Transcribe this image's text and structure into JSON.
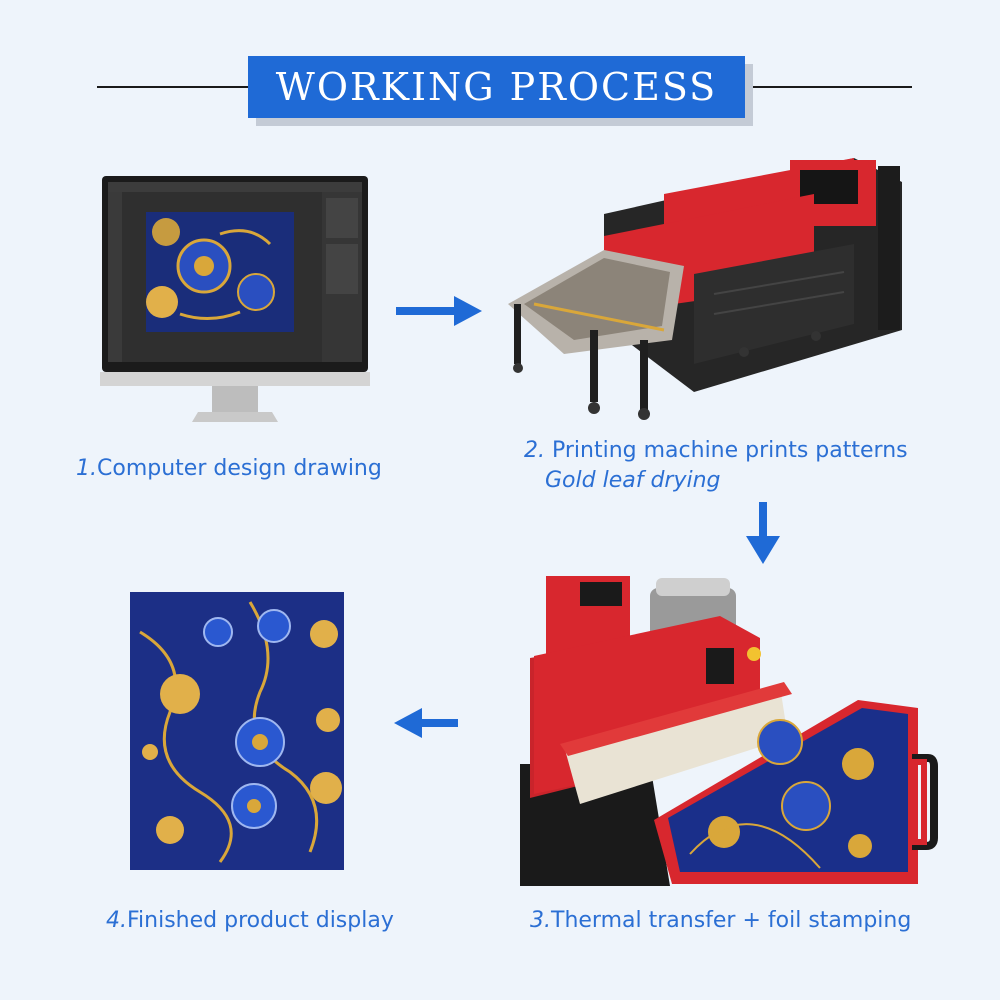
{
  "header": {
    "title": "WORKING PROCESS"
  },
  "steps": [
    {
      "num": "1.",
      "label": "Computer design drawing"
    },
    {
      "num": "2.",
      "label": "Printing machine prints patterns",
      "sub": "Gold leaf drying"
    },
    {
      "num": "3.",
      "label": "Thermal transfer + foil stamping"
    },
    {
      "num": "4.",
      "label": "Finished product display"
    }
  ],
  "colors": {
    "accent": "#1f6ad6",
    "caption": "#2b6fd4",
    "navy": "#1a2f8a",
    "gold": "#d9a73a",
    "red": "#d8272e"
  }
}
